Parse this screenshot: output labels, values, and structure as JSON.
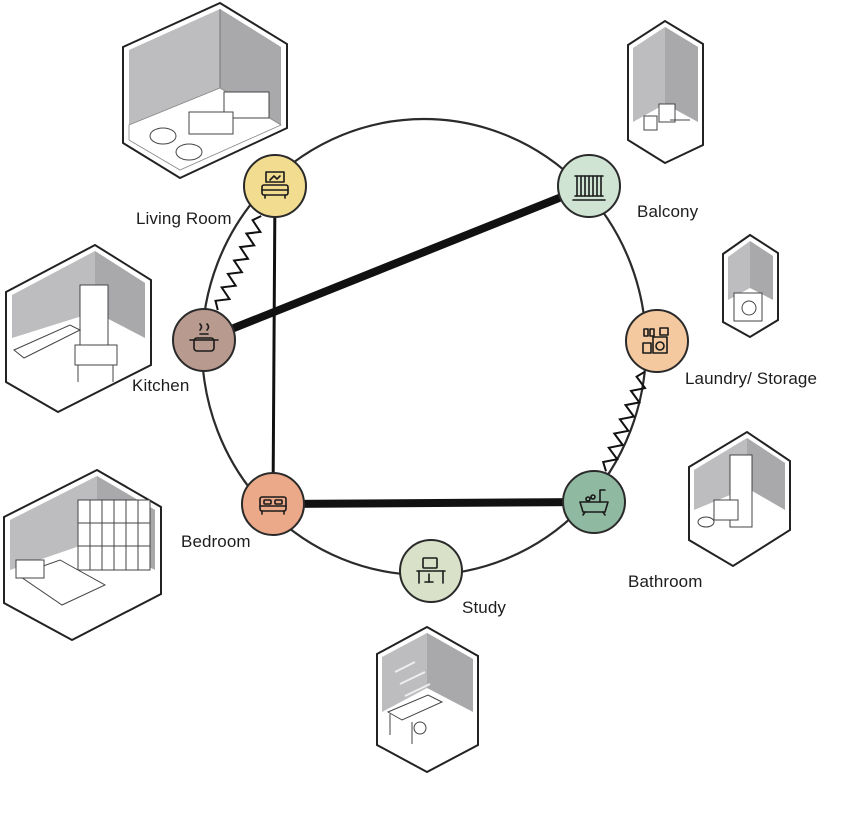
{
  "diagram": {
    "rooms": [
      {
        "id": "living-room",
        "label": "Living Room",
        "color": "#f2dc90",
        "icon": "sofa-icon"
      },
      {
        "id": "balcony",
        "label": "Balcony",
        "color": "#cfe4d3",
        "icon": "railing-icon"
      },
      {
        "id": "kitchen",
        "label": "Kitchen",
        "color": "#b99a8e",
        "icon": "cooking-pot-icon"
      },
      {
        "id": "laundry",
        "label": "Laundry/ Storage",
        "color": "#f5c9a0",
        "icon": "washing-machine-icon"
      },
      {
        "id": "bedroom",
        "label": "Bedroom",
        "color": "#eba98a",
        "icon": "bed-icon"
      },
      {
        "id": "bathroom",
        "label": "Bathroom",
        "color": "#8fb9a0",
        "icon": "bathtub-icon"
      },
      {
        "id": "study",
        "label": "Study",
        "color": "#d9e1c8",
        "icon": "desk-icon"
      }
    ],
    "connections": [
      {
        "from": "kitchen",
        "to": "balcony",
        "style": "thick"
      },
      {
        "from": "bedroom",
        "to": "bathroom",
        "style": "thick"
      },
      {
        "from": "living-room",
        "to": "bedroom",
        "style": "thin"
      },
      {
        "from": "living-room",
        "to": "kitchen",
        "style": "zigzag"
      },
      {
        "from": "laundry",
        "to": "bathroom",
        "style": "zigzag"
      }
    ]
  }
}
